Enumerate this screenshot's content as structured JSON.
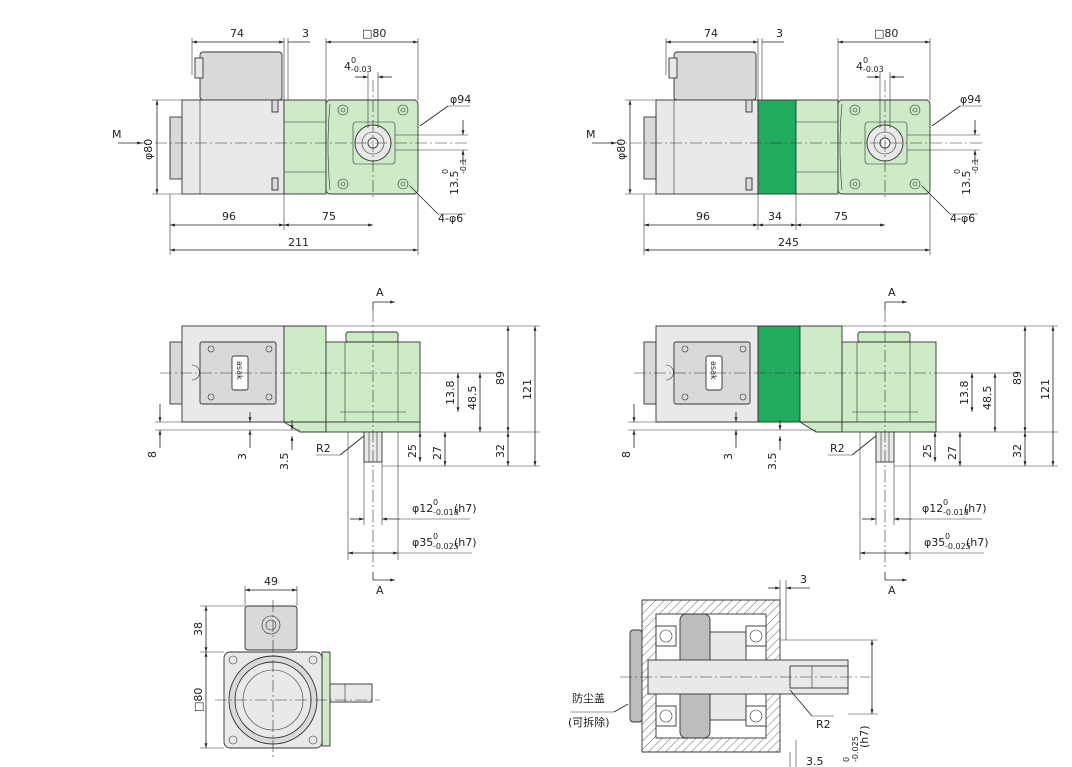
{
  "views": {
    "top_left": {
      "dim_74": "74",
      "dim_3": "3",
      "dim_sq80": "□80",
      "dim_4tol": "4",
      "dim_4tol_upper": "0",
      "dim_4tol_lower": "-0.03",
      "dim_phi94": "φ94",
      "input_label": "M",
      "dim_phi80": "φ80",
      "dim_13_5": "13.5",
      "dim_13_5_tol": "-0.1",
      "dim_13_5_upper": "0",
      "dim_4phi6": "4-φ6",
      "dim_96": "96",
      "dim_75": "75",
      "dim_211": "211"
    },
    "top_right": {
      "dim_74": "74",
      "dim_3": "3",
      "dim_sq80": "□80",
      "dim_4tol": "4",
      "dim_4tol_upper": "0",
      "dim_4tol_lower": "-0.03",
      "dim_phi94": "φ94",
      "input_label": "M",
      "dim_phi80": "φ80",
      "dim_13_5": "13.5",
      "dim_13_5_tol": "-0.1",
      "dim_13_5_upper": "0",
      "dim_4phi6": "4-φ6",
      "dim_96": "96",
      "dim_34": "34",
      "dim_75": "75",
      "dim_245": "245"
    },
    "mid_left": {
      "section_a": "A",
      "section_a_bottom": "A",
      "nameplate": "asak",
      "dim_89": "89",
      "dim_121": "121",
      "dim_13_8": "13.8",
      "dim_48_5": "48.5",
      "dim_8": "8",
      "dim_3": "3",
      "dim_3_5": "3.5",
      "dim_r2": "R2",
      "dim_25": "25",
      "dim_27": "27",
      "dim_32": "32",
      "dim_phi12": "φ12",
      "dim_phi12_upper": "0",
      "dim_phi12_lower": "-0.018",
      "dim_phi12_fit": "(h7)",
      "dim_phi35": "φ35",
      "dim_phi35_upper": "0",
      "dim_phi35_lower": "-0.025",
      "dim_phi35_fit": "(h7)"
    },
    "mid_right": {
      "section_a": "A",
      "section_a_bottom": "A",
      "nameplate": "asak",
      "dim_89": "89",
      "dim_121": "121",
      "dim_13_8": "13.8",
      "dim_48_5": "48.5",
      "dim_8": "8",
      "dim_3": "3",
      "dim_3_5": "3.5",
      "dim_r2": "R2",
      "dim_25": "25",
      "dim_27": "27",
      "dim_32": "32",
      "dim_phi12": "φ12",
      "dim_phi12_upper": "0",
      "dim_phi12_lower": "-0.018",
      "dim_phi12_fit": "(h7)",
      "dim_phi35": "φ35",
      "dim_phi35_upper": "0",
      "dim_phi35_lower": "-0.025",
      "dim_phi35_fit": "(h7)"
    },
    "bottom_left": {
      "dim_49": "49",
      "dim_38": "38",
      "dim_sq80": "□80"
    },
    "bottom_right": {
      "dim_3": "3",
      "dust_cover": "防尘盖",
      "removable": "(可拆除)",
      "dim_r2": "R2",
      "dim_3_5": "3.5",
      "dim_h7_fit": "(h7)",
      "dim_h7_lower": "-0.025",
      "dim_h7_upper": "0"
    }
  },
  "colors": {
    "gear_housing": "#cdebc6",
    "spacer_highlight": "#22aa5e",
    "motor_body": "#e9e9e9",
    "line": "#222222"
  }
}
